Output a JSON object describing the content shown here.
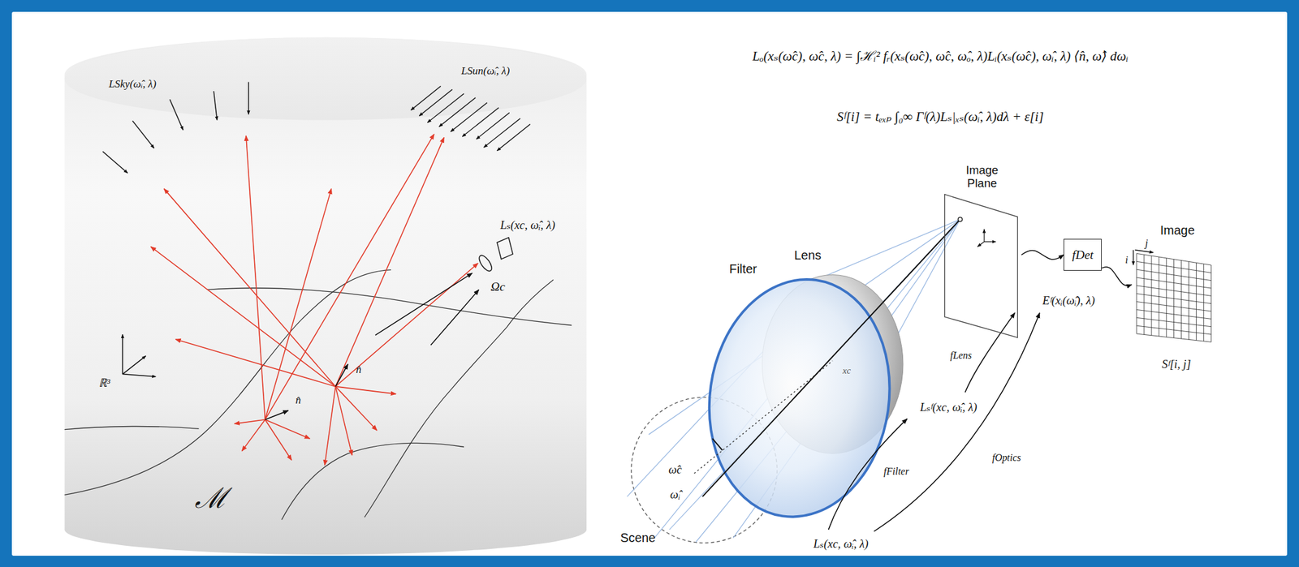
{
  "diagram": {
    "nodes": [
      {
        "text": [
          "Image Plane"
        ]
      },
      {
        "text": [
          "fDet"
        ]
      },
      {
        "text": [
          "Image"
        ]
      }
    ],
    "edges": [
      {
        "from": 0,
        "to": 1,
        "arrow": "to"
      },
      {
        "from": 1,
        "to": 2,
        "arrow": "to"
      }
    ],
    "labels": [
      "LSky(ω̂ᵢ, λ)",
      "LSun(ω̂ᵢ, λ)",
      "Lₛ(xc, ω̂ᵢ, λ)",
      "Ωc",
      "n̂",
      "n̂",
      "ℝ³",
      "ℳ",
      "Lₒ(xₛ(ω̂c), ω̂c, λ) = ∫ℋᵢ² fᵣ(xₛ(ω̂c), ω̂c, ω̂ₒ, λ)Lᵢ(xₛ(ω̂c), ω̂ᵢ, λ) ⟨n̂, ω̂⟩ dωᵢ",
      "Sᶠ[i] = tₑₓₚ ∫₀∞ Γᶠ(λ)Lₛ|ₓₛ(ω̂ᵢ, λ)dλ + ε[i]",
      "Filter",
      "Lens",
      "Eᶠ(xᵢ(ω̂ᵢ), λ)",
      "fLens",
      "Lₛᶠ(xc, ω̂ᵢ, λ)",
      "fFilter",
      "fOptics",
      "Lₛ(xc, ω̂ᵢ, λ)",
      "Scene",
      "ω̂c",
      "ω̂ᵢ",
      "xc",
      "i",
      "j",
      "Sᶠ[i, j]"
    ]
  }
}
